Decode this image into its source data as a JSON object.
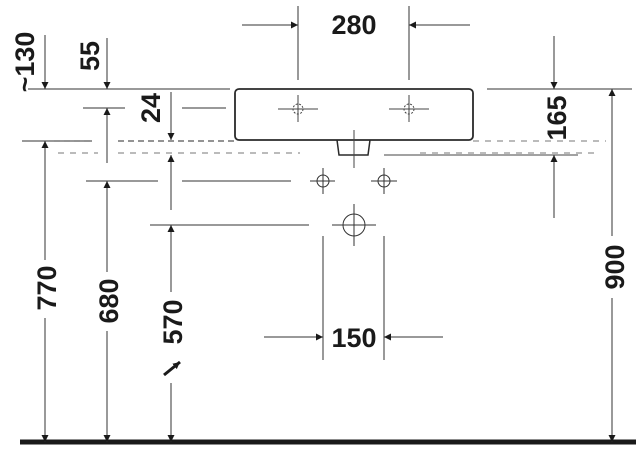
{
  "drawing": {
    "type": "washbasin installation dimensions (front view)",
    "dimensions": {
      "approx_130": "~130",
      "d55": "55",
      "d24": "24",
      "d280": "280",
      "d165": "165",
      "d770": "770",
      "d680": "680",
      "d570": "570",
      "d150": "150",
      "d900": "900"
    },
    "colors": {
      "line": "#2a2a2a",
      "dashed": "#555555",
      "floor": "#1a1a1a"
    }
  }
}
